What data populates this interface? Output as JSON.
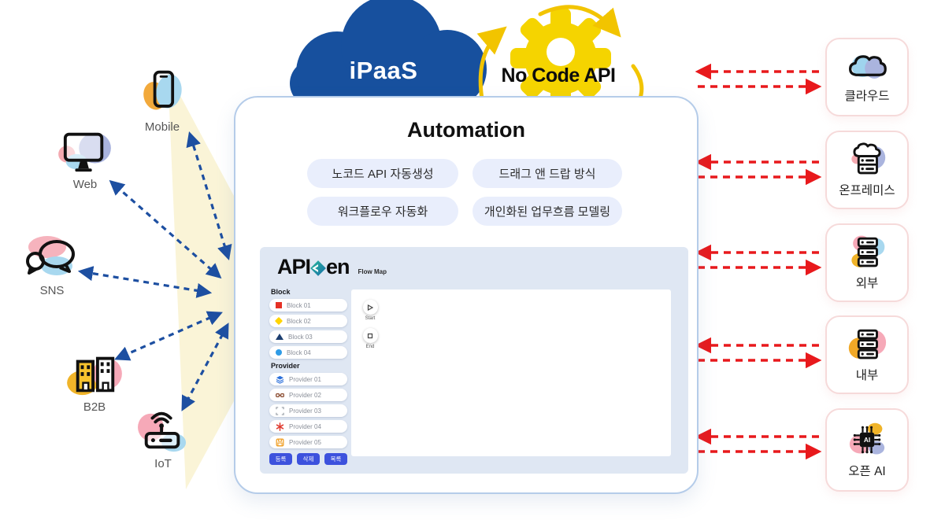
{
  "header": {
    "cloud_label": "iPaaS",
    "gear_label": "No Code API"
  },
  "panel": {
    "title": "Automation",
    "chips": [
      "노코드 API 자동생성",
      "드래그 앤 드랍 방식",
      "워크플로우 자동화",
      "개인화된 업무흐름 모델링"
    ],
    "apigen": {
      "brand_prefix": "API",
      "brand_suffix": "en",
      "subtitle": "Flow Map",
      "block_section_label": "Block",
      "blocks": [
        {
          "label": "Block 01",
          "shape": "square",
          "color": "#e53125"
        },
        {
          "label": "Block 02",
          "shape": "diamond",
          "color": "#ffd400"
        },
        {
          "label": "Block 03",
          "shape": "triangle",
          "color": "#1c3e70"
        },
        {
          "label": "Block 04",
          "shape": "circle",
          "color": "#2e9be6"
        }
      ],
      "provider_section_label": "Provider",
      "providers": [
        {
          "label": "Provider 01",
          "icon": "layers-icon"
        },
        {
          "label": "Provider 02",
          "icon": "link-icon"
        },
        {
          "label": "Provider 03",
          "icon": "brackets-icon"
        },
        {
          "label": "Provider 04",
          "icon": "asterisk-icon"
        },
        {
          "label": "Provider 05",
          "icon": "save-icon"
        }
      ],
      "buttons": [
        {
          "label": "등록"
        },
        {
          "label": "삭제"
        },
        {
          "label": "목록"
        }
      ],
      "canvas_nodes": [
        {
          "label": "Start",
          "icon": "play-icon"
        },
        {
          "label": "End",
          "icon": "stop-icon"
        }
      ]
    }
  },
  "left_nodes": [
    {
      "label": "Mobile",
      "icon": "smartphone-icon"
    },
    {
      "label": "Web",
      "icon": "monitor-icon"
    },
    {
      "label": "SNS",
      "icon": "chat-bubbles-icon"
    },
    {
      "label": "B2B",
      "icon": "buildings-icon"
    },
    {
      "label": "IoT",
      "icon": "router-icon"
    }
  ],
  "right_nodes": [
    {
      "label": "클라우드",
      "icon": "cloud-icon"
    },
    {
      "label": "온프레미스",
      "icon": "cloud-server-icon"
    },
    {
      "label": "외부",
      "icon": "server-stack-icon"
    },
    {
      "label": "내부",
      "icon": "server-stack-icon"
    },
    {
      "label": "오픈 AI",
      "icon": "ai-chip-icon"
    }
  ],
  "colors": {
    "cloud_blue": "#17509e",
    "gear_yellow": "#f5d400",
    "blue_arrow": "#1d4fa1",
    "red_arrow": "#e8191c",
    "beam_yellow": "#f9f2d0",
    "chip_bg": "#e9eefc",
    "section_bg": "#dfe7f3",
    "button_blue": "#3d52dd",
    "card_border_pink": "#f6dada"
  }
}
